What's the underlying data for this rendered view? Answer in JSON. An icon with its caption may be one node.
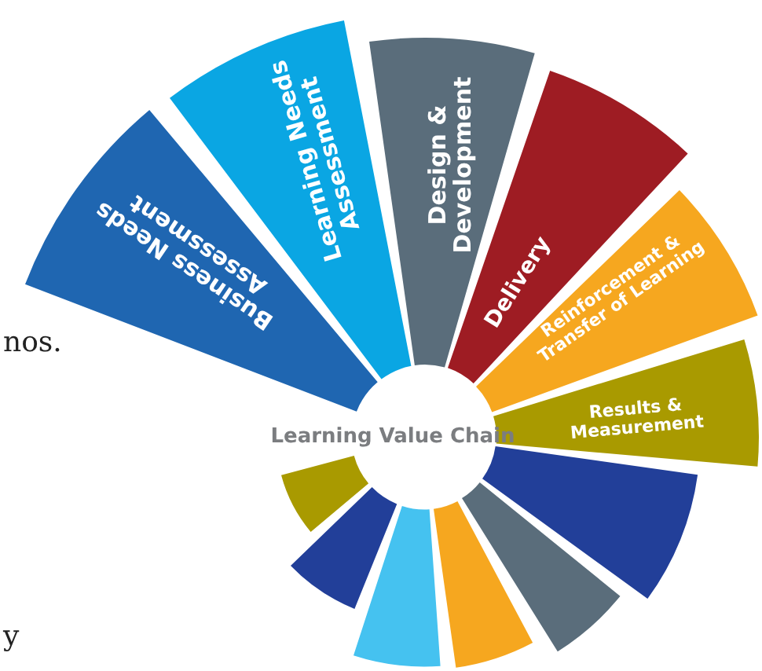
{
  "diagram": {
    "nodes": [
      {
        "text": [
          "Business Needs Assessment"
        ]
      },
      {
        "text": [
          "Learning Needs Assessment"
        ]
      },
      {
        "text": [
          "Design & Development"
        ]
      },
      {
        "text": [
          "Delivery"
        ]
      },
      {
        "text": [
          "Reinforcement & Transfer of Learning"
        ]
      },
      {
        "text": [
          "Results & Measurement"
        ]
      },
      {
        "text": [],
        "shape": "wedge"
      },
      {
        "text": [],
        "shape": "wedge"
      },
      {
        "text": [],
        "shape": "wedge"
      },
      {
        "text": [],
        "shape": "wedge"
      },
      {
        "text": [],
        "shape": "wedge"
      },
      {
        "text": [],
        "shape": "wedge"
      }
    ],
    "edges": [],
    "labels": [
      "Learning Value Chain",
      "nos.",
      "y"
    ]
  }
}
